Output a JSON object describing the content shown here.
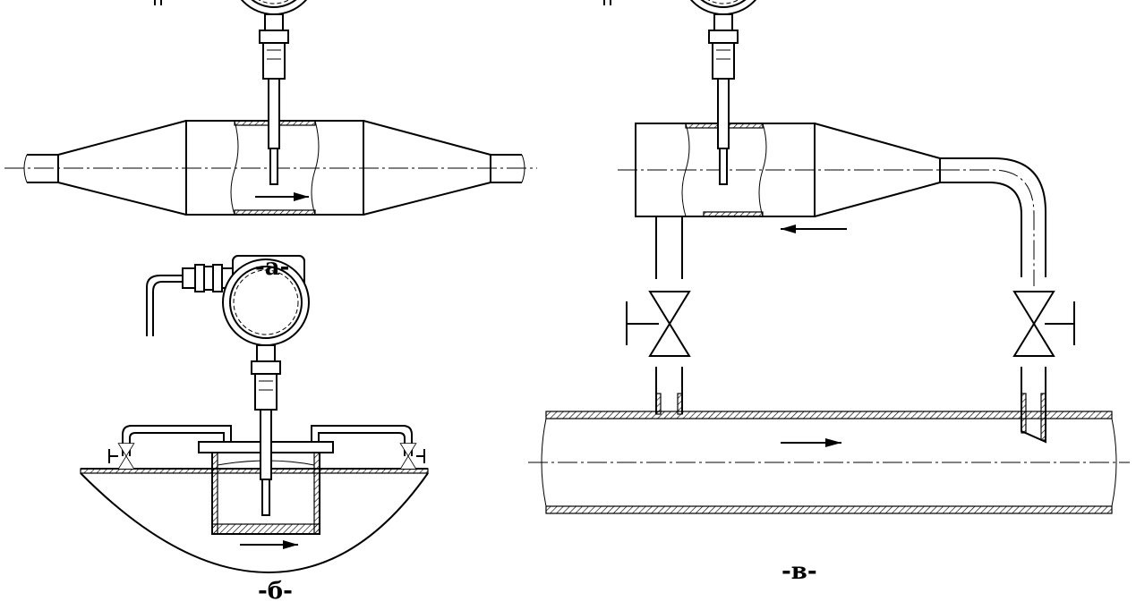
{
  "labels": {
    "a": "-а-",
    "b": "-б-",
    "v": "-в-"
  },
  "colors": {
    "line": "#000000",
    "background": "#ffffff"
  }
}
